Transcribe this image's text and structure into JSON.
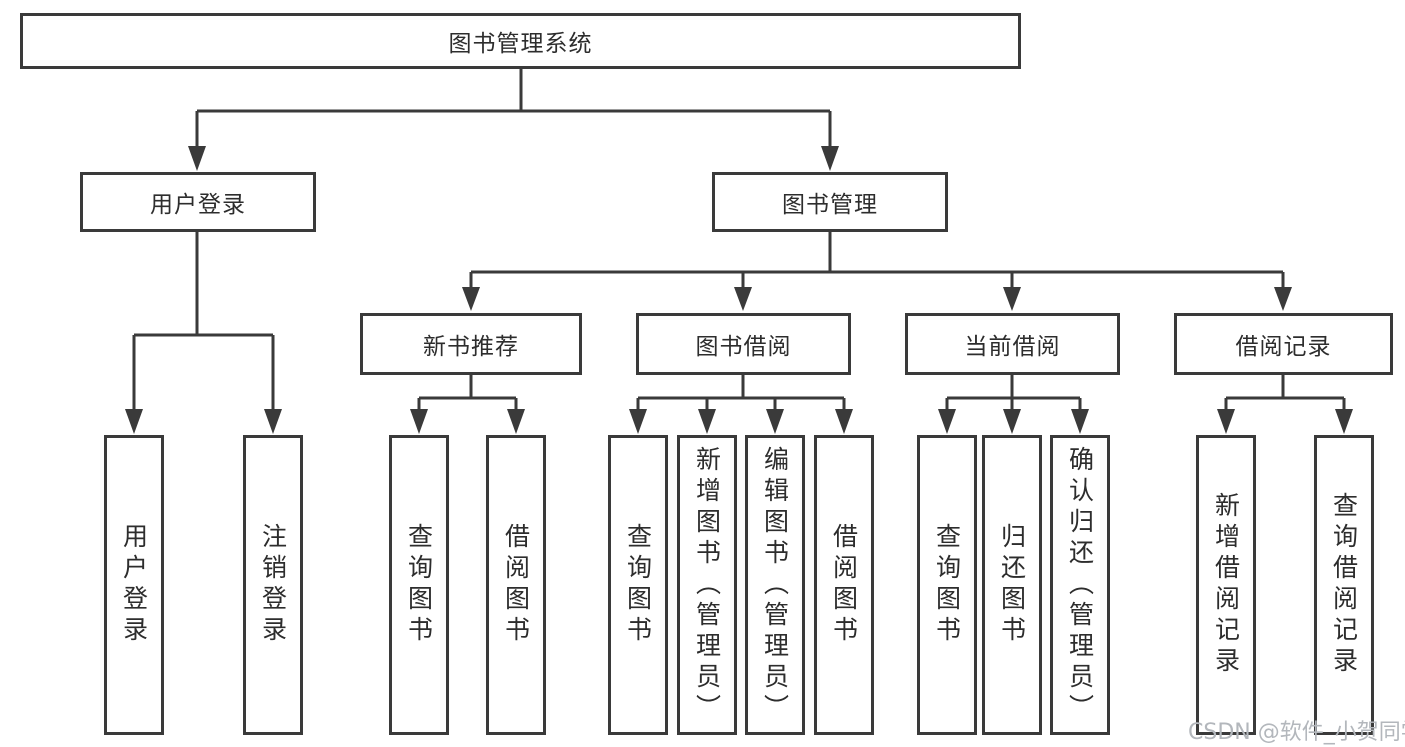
{
  "diagram": {
    "colors": {
      "line": "#3a3a3a",
      "text": "#2d2d2d",
      "watermark": "#b3b7bc",
      "background": "#ffffff"
    },
    "root": {
      "label": "图书管理系统"
    },
    "user_login": {
      "label": "用户登录",
      "children": [
        {
          "label": "用户登录"
        },
        {
          "label": "注销登录"
        }
      ]
    },
    "book_mgmt": {
      "label": "图书管理",
      "groups": [
        {
          "label": "新书推荐",
          "children": [
            {
              "label": "查询图书"
            },
            {
              "label": "借阅图书"
            }
          ]
        },
        {
          "label": "图书借阅",
          "children": [
            {
              "label": "查询图书"
            },
            {
              "label": "新增图书（管理员）"
            },
            {
              "label": "编辑图书（管理员）"
            },
            {
              "label": "借阅图书"
            }
          ]
        },
        {
          "label": "当前借阅",
          "children": [
            {
              "label": "查询图书"
            },
            {
              "label": "归还图书"
            },
            {
              "label": "确认归还（管理员）"
            }
          ]
        },
        {
          "label": "借阅记录",
          "children": [
            {
              "label": "新增借阅记录"
            },
            {
              "label": "查询借阅记录"
            }
          ]
        }
      ]
    },
    "watermark": {
      "text": "CSDN @软件_小贺同学"
    }
  }
}
